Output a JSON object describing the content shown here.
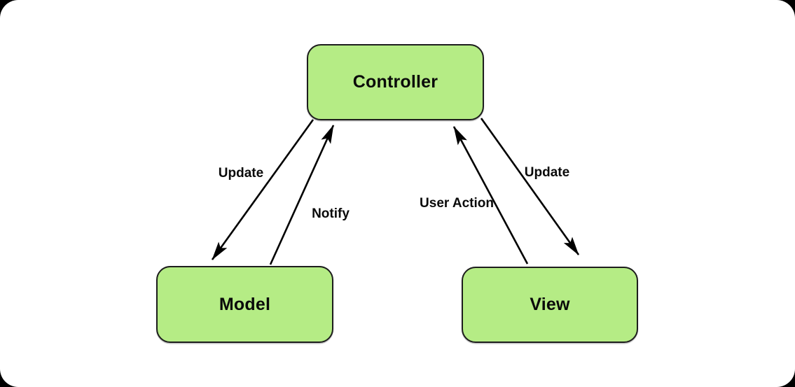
{
  "diagram": {
    "type": "mvc-architecture-diagram",
    "nodes": [
      {
        "id": "controller",
        "label": "Controller"
      },
      {
        "id": "model",
        "label": "Model"
      },
      {
        "id": "view",
        "label": "View"
      }
    ],
    "edges": [
      {
        "id": "update-model",
        "label": "Update",
        "from": "Controller",
        "to": "Model"
      },
      {
        "id": "notify",
        "label": "Notify",
        "from": "Model",
        "to": "Controller"
      },
      {
        "id": "user-action",
        "label": "User Action",
        "from": "View",
        "to": "Controller"
      },
      {
        "id": "update-view",
        "label": "Update",
        "from": "Controller",
        "to": "View"
      }
    ],
    "colors": {
      "node_fill": "#b5ec85",
      "node_border": "#1d1d1d",
      "arrow": "#000000",
      "canvas_background": "#ffffff",
      "page_background": "#000000",
      "text": "#0a0a0a"
    }
  }
}
